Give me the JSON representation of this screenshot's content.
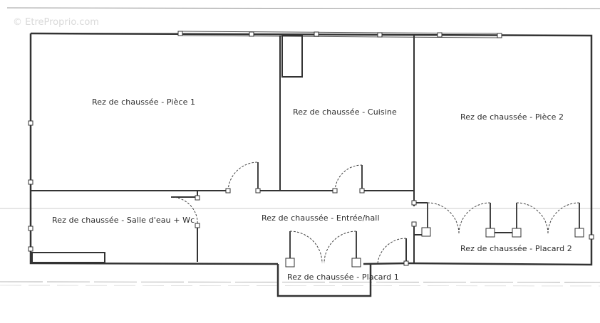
{
  "watermark": "© EtreProprio.com",
  "rooms": {
    "piece1": "Rez de chaussée - Pièce 1",
    "cuisine": "Rez de chaussée - Cuisine",
    "piece2": "Rez de chaussée - Pièce 2",
    "salle_eau": "Rez de chaussée - Salle d'eau + Wc",
    "entree": "Rez de chaussée - Entrée/hall",
    "placard1": "Rez de chaussée - Placard 1",
    "placard2": "Rez de chaussée - Placard 2"
  }
}
